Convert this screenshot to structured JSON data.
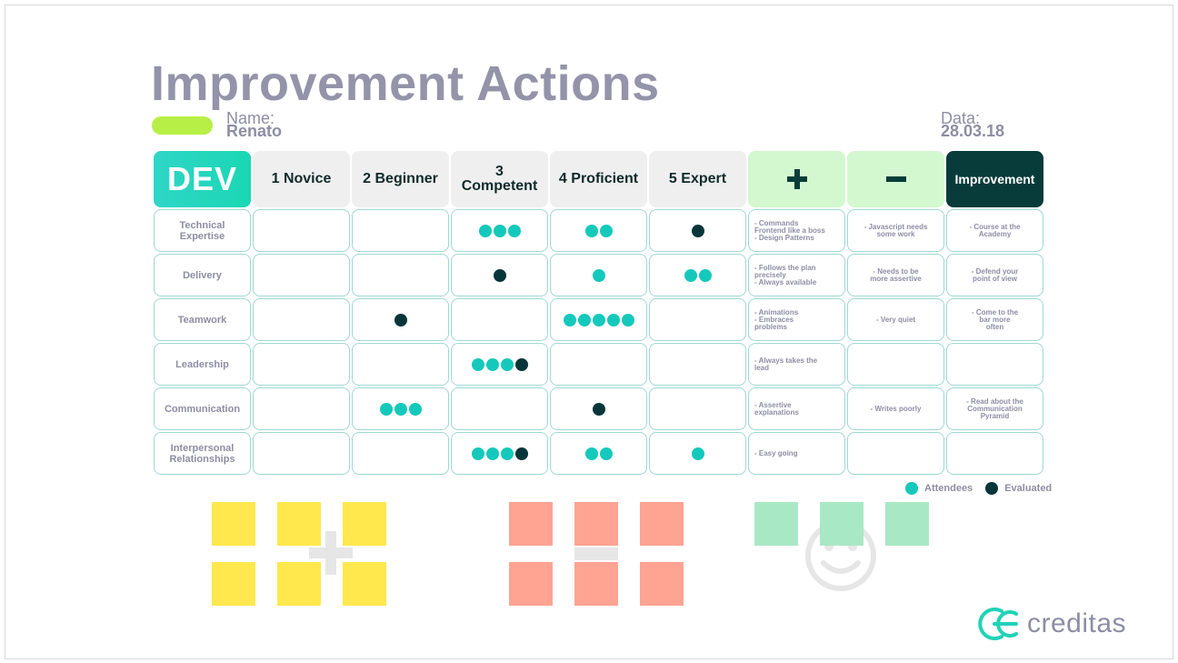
{
  "header": {
    "title": "Improvement Actions",
    "name_label": "Name:",
    "name_value": "Renato",
    "date_label": "Data:",
    "date_value": "28.03.18"
  },
  "table": {
    "corner": "DEV",
    "columns": [
      "1 Novice",
      "2 Beginner",
      "3\nCompetent",
      "4 Proficient",
      "5 Expert"
    ],
    "plus_icon": "plus-icon",
    "minus_icon": "minus-icon",
    "improvement_header": "Improvement",
    "rows": [
      {
        "label": "Technical Expertise",
        "levels": [
          [],
          [],
          [
            "a",
            "a",
            "a"
          ],
          [
            "a",
            "a"
          ],
          [
            "e"
          ]
        ],
        "plus": "- Commands\nFrontend like a boss\n- Design Patterns",
        "minus": "- Javascript needs\nsome work",
        "improvement": "- Course at the\nAcademy"
      },
      {
        "label": "Delivery",
        "levels": [
          [],
          [],
          [
            "e"
          ],
          [
            "a"
          ],
          [
            "a",
            "a"
          ]
        ],
        "plus": "- Follows the plan\nprecisely\n- Always available",
        "minus": "- Needs to be\nmore assertive",
        "improvement": "- Defend your\npoint of view"
      },
      {
        "label": "Teamwork",
        "levels": [
          [],
          [
            "e"
          ],
          [],
          [
            "a",
            "a",
            "a",
            "a",
            "a"
          ],
          []
        ],
        "plus": "- Animations\n- Embraces\nproblems",
        "minus": "- Very quiet",
        "improvement": "- Come to the\nbar more\noften"
      },
      {
        "label": "Leadership",
        "levels": [
          [],
          [],
          [
            "a",
            "a",
            "a",
            "e"
          ],
          [],
          []
        ],
        "plus": "- Always takes the\nlead",
        "minus": "",
        "improvement": ""
      },
      {
        "label": "Communication",
        "levels": [
          [],
          [
            "a",
            "a",
            "a"
          ],
          [],
          [
            "e"
          ],
          []
        ],
        "plus": "- Assertive\nexplanations",
        "minus": "- Writes poorly",
        "improvement": "- Read about the\nCommunication\nPyramid"
      },
      {
        "label": "Interpersonal Relationships",
        "levels": [
          [],
          [],
          [
            "a",
            "a",
            "a",
            "e"
          ],
          [
            "a",
            "a"
          ],
          [
            "a"
          ]
        ],
        "plus": "- Easy going",
        "minus": "",
        "improvement": ""
      }
    ]
  },
  "legend": {
    "attendees": "Attendees",
    "evaluated": "Evaluated"
  },
  "colors": {
    "attendees": "#14c9bb",
    "evaluated": "#07363a",
    "title": "#9593a9",
    "accent_green": "#b8ef46",
    "plus_bg": "#d3f8cf",
    "improvement_bg": "#073c3a"
  },
  "sticky_groups": [
    {
      "name": "positive-notes",
      "color": "yellow",
      "count": 6,
      "icon": "plus-icon"
    },
    {
      "name": "negative-notes",
      "color": "red",
      "count": 6,
      "icon": "minus-icon"
    },
    {
      "name": "mood-notes",
      "color": "green",
      "count": 3,
      "icon": "smiley-icon"
    }
  ],
  "brand": {
    "logo_text": "creditas",
    "logo_icon": "creditas-logo-icon"
  }
}
